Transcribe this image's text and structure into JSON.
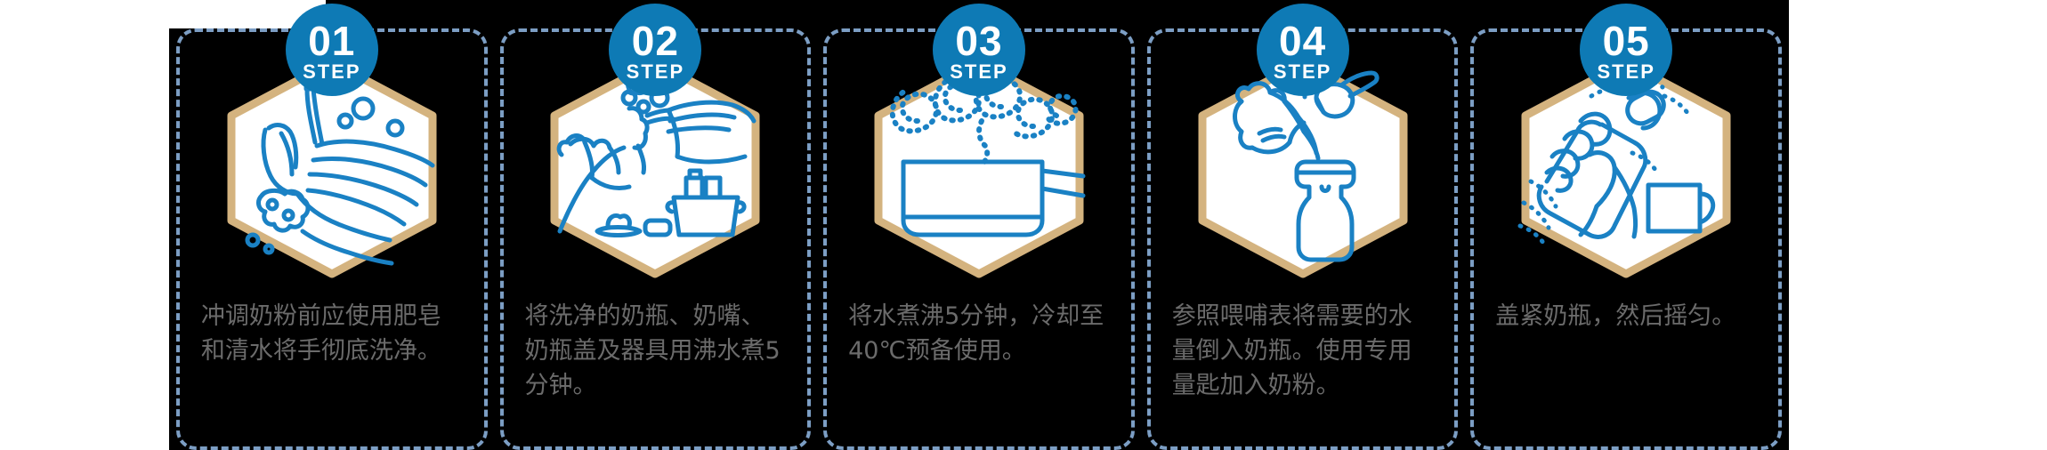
{
  "colors": {
    "background": "#ffffff",
    "panel": "#000000",
    "badge_blue": "#0e7ab5",
    "hex_border_tan": "#d4b37f",
    "line_art_blue": "#1a81c4",
    "card_dash_border": "#7c9ec4",
    "caption_gray": "#6b6b6b"
  },
  "steps": [
    {
      "number": "01",
      "step_label": "STEP",
      "icon": "washing-hands-icon",
      "caption": "冲调奶粉前应使用肥皂和清水将手彻底洗净。"
    },
    {
      "number": "02",
      "step_label": "STEP",
      "icon": "sterilize-bottle-parts-icon",
      "caption": "将洗净的奶瓶、奶嘴、奶瓶盖及器具用沸水煮5分钟。"
    },
    {
      "number": "03",
      "step_label": "STEP",
      "icon": "boiling-pot-icon",
      "caption": "将水煮沸5分钟，冷却至40℃预备使用。"
    },
    {
      "number": "04",
      "step_label": "STEP",
      "icon": "pour-water-and-scoop-icon",
      "caption": "参照喂哺表将需要的水量倒入奶瓶。使用专用量匙加入奶粉。"
    },
    {
      "number": "05",
      "step_label": "STEP",
      "icon": "shake-bottle-icon",
      "caption": "盖紧奶瓶，然后摇匀。"
    }
  ]
}
